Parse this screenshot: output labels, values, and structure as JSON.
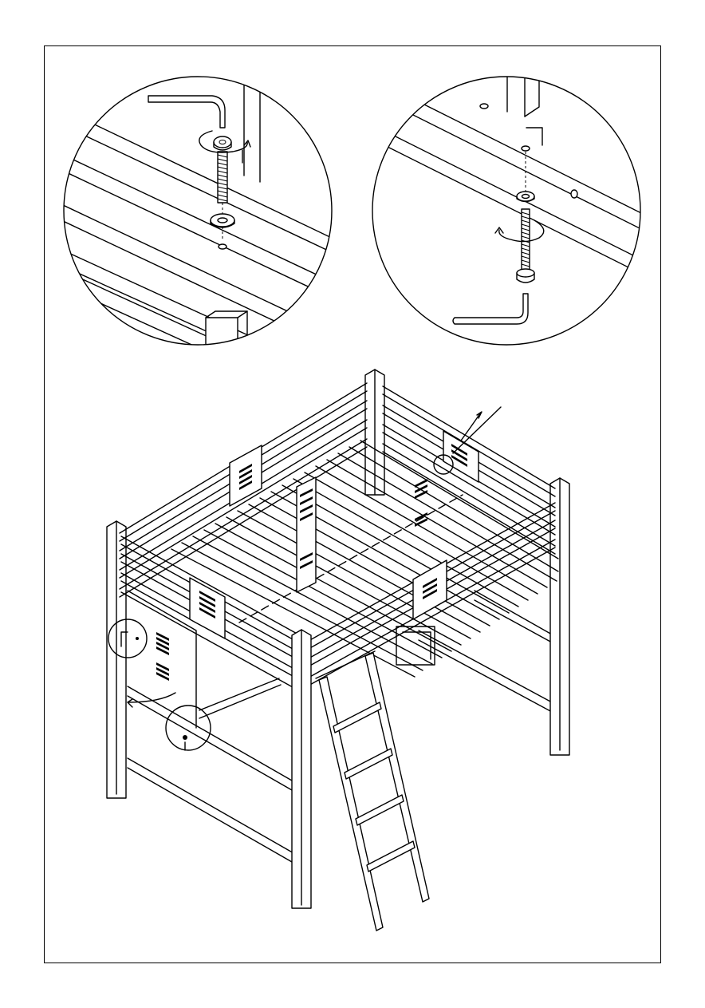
{
  "colors": {
    "line": "#000000",
    "background": "#ffffff"
  },
  "detail_views": [
    {
      "name": "detail-circle-top-left",
      "tool": "hex-key-icon",
      "parts": [
        "bolt-icon",
        "washer-icon"
      ],
      "action": "rotate-clockwise-arrow-icon"
    },
    {
      "name": "detail-circle-top-right",
      "tool": "hex-key-icon",
      "parts": [
        "bolt-icon",
        "washer-icon"
      ],
      "action": "rotate-counterclockwise-arrow-icon"
    }
  ],
  "main_view": {
    "subject": "loft-bed-frame",
    "parts": [
      "bed-post-icon",
      "guard-rail-icon",
      "end-panel-icon",
      "mattress-slat-icon",
      "ladder-icon",
      "lower-crossbar-icon"
    ],
    "callouts": [
      "callout-circle-left-upper",
      "callout-circle-left-lower",
      "callout-circle-back-right"
    ]
  }
}
